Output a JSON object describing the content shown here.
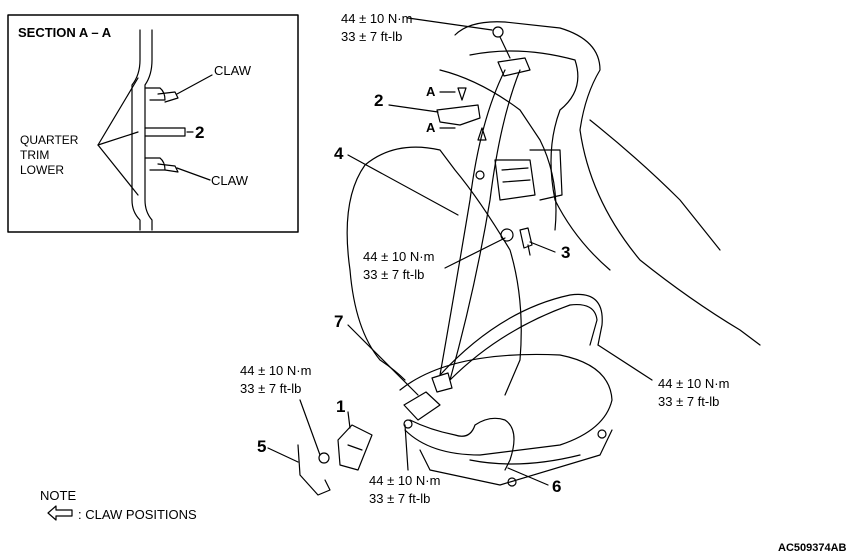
{
  "section": {
    "title": "SECTION A – A",
    "claw_top": "CLAW",
    "claw_bottom": "CLAW",
    "quarter_trim_lower": "QUARTER TRIM LOWER",
    "part_number": "2"
  },
  "torques": [
    {
      "id": "top",
      "nm": "44 ± 10 N·m",
      "ftlb": "33 ± 7 ft-lb"
    },
    {
      "id": "mid",
      "nm": "44 ± 10 N·m",
      "ftlb": "33 ± 7 ft-lb"
    },
    {
      "id": "right",
      "nm": "44 ± 10 N·m",
      "ftlb": "33 ± 7 ft-lb"
    },
    {
      "id": "left",
      "nm": "44 ± 10 N·m",
      "ftlb": "33 ± 7 ft-lb"
    },
    {
      "id": "bottom",
      "nm": "44 ± 10 N·m",
      "ftlb": "33 ± 7 ft-lb"
    }
  ],
  "callouts": [
    "1",
    "2",
    "3",
    "4",
    "5",
    "6",
    "7"
  ],
  "section_marker": "A",
  "note": {
    "heading": "NOTE",
    "text": ": CLAW POSITIONS",
    "icon": "hollow-left-arrow-icon"
  },
  "figure_code": "AC509374AB"
}
